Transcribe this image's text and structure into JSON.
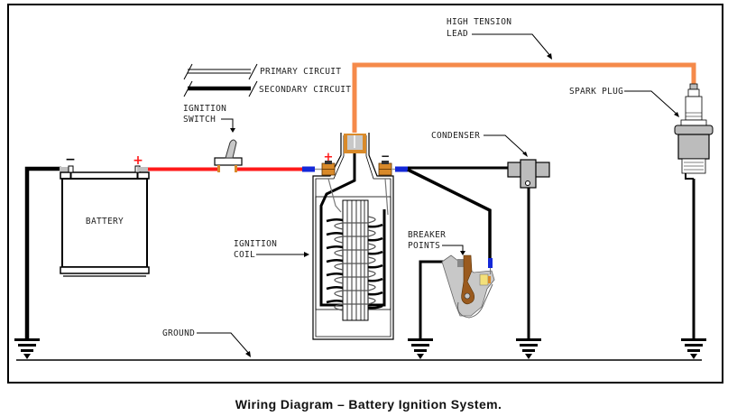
{
  "title": "Wiring Diagram – Battery Ignition System.",
  "legend": {
    "primary": "PRIMARY CIRCUIT",
    "secondary": "SECONDARY CIRCUIT"
  },
  "labels": {
    "high_tension_1": "HIGH TENSION",
    "high_tension_2": "LEAD",
    "spark_plug": "SPARK PLUG",
    "condenser": "CONDENSER",
    "ignition_switch_1": "IGNITION",
    "ignition_switch_2": "SWITCH",
    "battery": "BATTERY",
    "ignition_coil_1": "IGNITION",
    "ignition_coil_2": "COIL",
    "breaker_points_1": "BREAKER",
    "breaker_points_2": "POINTS",
    "ground": "GROUND"
  },
  "polarity": {
    "positive": "+",
    "negative": "−"
  },
  "colors": {
    "primary_wire": "#ff1a1a",
    "high_tension_wire": "#f58a4a",
    "ground_wire": "#000000",
    "connector_blue": "#1428d8",
    "terminal_copper": "#d98a2a",
    "breaker_arm": "#9a5a1e",
    "component_gray": "#bcbcbc"
  }
}
